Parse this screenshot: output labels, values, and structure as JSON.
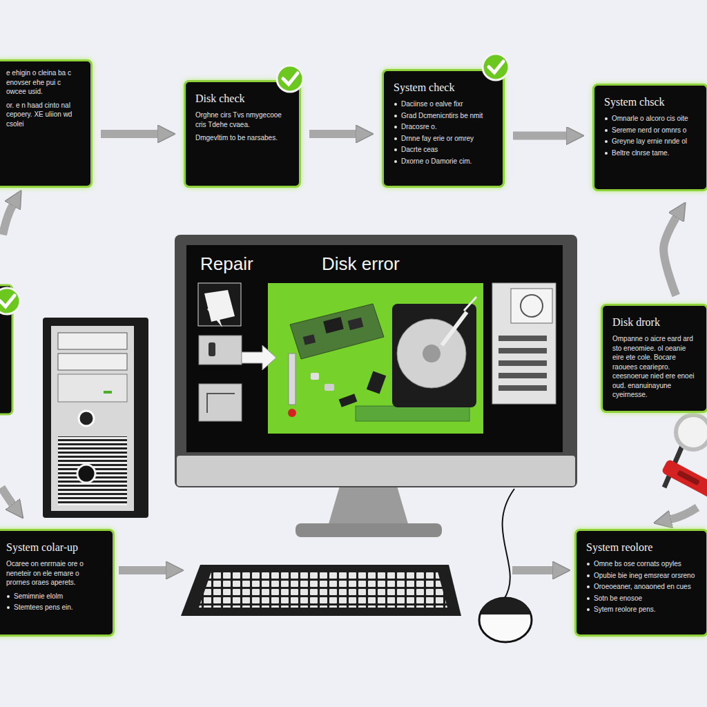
{
  "diagram": {
    "nodes": [
      {
        "text": [
          "e ehigin o cleina ba c enovser ehe pui c owcee usid.",
          "or. e n haad cinto nal cepoery. XE uliion wd csolei"
        ]
      },
      {
        "text": [
          "Disk check",
          "Orghne cirs Tvs nmygecooe cris Tdehe cvaea.",
          "Dmgevltim to be narsabes."
        ]
      },
      {
        "text": [
          "System check",
          "Daciinse o ealve fixr",
          "Grad Dcmenicntirs be nmit",
          "Dracosre o.",
          "Drnne fay erie or omrey",
          "Dacrte ceas",
          "Dxorne o Damorie cim."
        ]
      },
      {
        "text": [
          "System chsck",
          "Omnarle o alcoro cis oite",
          "Sereme nerd or omnrs o",
          "Greyne lay ernie nnde ol",
          "Beltre clnrse tame."
        ]
      },
      {
        "text": [
          "Disk drork",
          "Ompanne o aicre eard ard sto eneomiee. ol oeanie eire ete cole. Bocare raouees ceariepro. ceesnoerue nied ere enoei oud. enanuinayune cyeirnesse."
        ]
      },
      {
        "text": [
          "System colar-up",
          "Ocaree on enrrnaie ore o neneteir on ele emare o prornes oraes aperets.",
          "Semimnie elolm",
          "Stemtees pens ein."
        ]
      },
      {
        "text": [
          "System reolore",
          "Omne bs ose cornats opyles",
          "Opubie bie ineg emsrear orsreno",
          "Oroeoeaner, anoaoned en cues",
          "Sotn be enosoe",
          "Sytem reolore pens."
        ]
      }
    ],
    "edges": [
      {
        "from": 0,
        "to": 1,
        "arrow": "to"
      },
      {
        "from": 1,
        "to": 2,
        "arrow": "to"
      },
      {
        "from": 2,
        "to": 3,
        "arrow": "to"
      },
      {
        "from": 4,
        "to": 3,
        "arrow": "to"
      }
    ],
    "labels": [
      "Repair",
      "Disk error"
    ]
  }
}
